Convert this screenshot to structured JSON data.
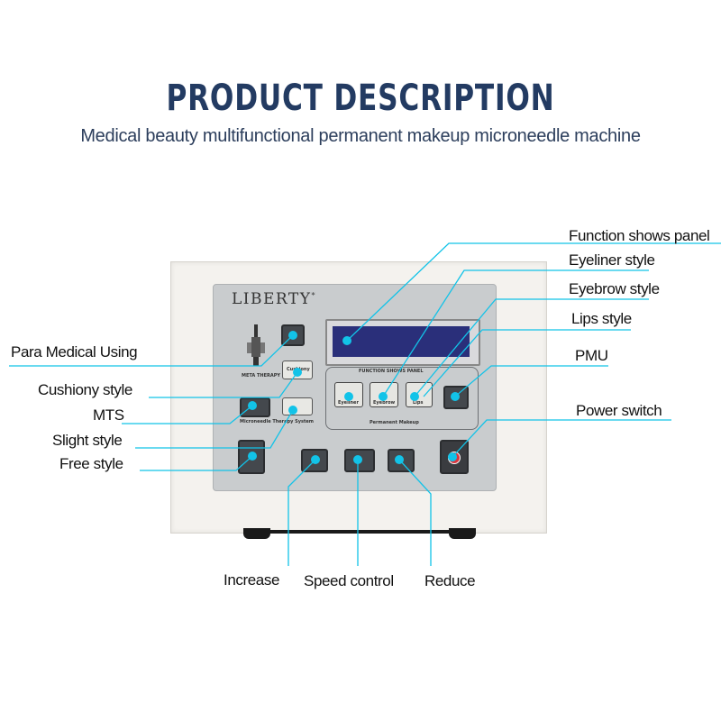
{
  "header": {
    "title": "PRODUCT DESCRIPTION",
    "subtitle": "Medical beauty multifunctional permanent makeup microneedle machine"
  },
  "device": {
    "brand": "LIBERTY",
    "brand_mark": "*",
    "meta_therapy_label": "META THERAPY",
    "microneedle_label": "Microneedle Therapy System",
    "function_panel_label": "FUNCTION SHOWS PANEL",
    "permanent_makeup_label": "Permanent Makeup",
    "eyeliner_btn": "Eyeliner",
    "eyebrow_btn": "Eyebrow",
    "lips_btn": "Lips",
    "cushiony_btn": "Cushiony"
  },
  "callouts": {
    "function_shows_panel": "Function shows panel",
    "eyeliner_style": "Eyeliner style",
    "eyebrow_style": "Eyebrow style",
    "lips_style": "Lips style",
    "pmu": "PMU",
    "power_switch": "Power switch",
    "para_medical_using": "Para Medical Using",
    "cushiony_style": "Cushiony style",
    "mts": "MTS",
    "slight_style": "Slight style",
    "free_style": "Free style",
    "increase": "Increase",
    "speed_control": "Speed control",
    "reduce": "Reduce"
  },
  "colors": {
    "title": "#233b62",
    "callout_line": "#12c3e8",
    "panel": "#c9ccce",
    "lcd": "#2a2f7a",
    "power_button": "#d9363e"
  }
}
